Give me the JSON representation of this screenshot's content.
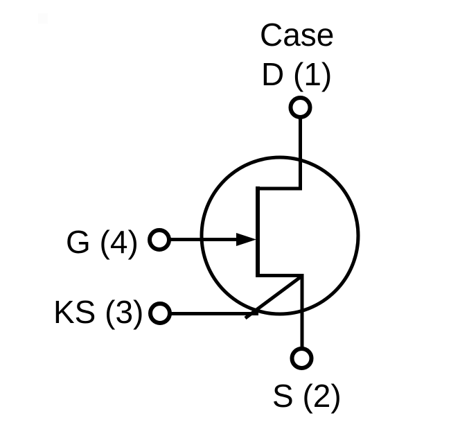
{
  "diagram": {
    "type": "transistor-pin-configuration",
    "labels": {
      "case": "Case",
      "drain": "D (1)",
      "gate": "G (4)",
      "kelvin_source": "KS (3)",
      "source": "S (2)"
    },
    "colors": {
      "line": "#000000",
      "text": "#000000",
      "background": "#ffffff"
    }
  }
}
